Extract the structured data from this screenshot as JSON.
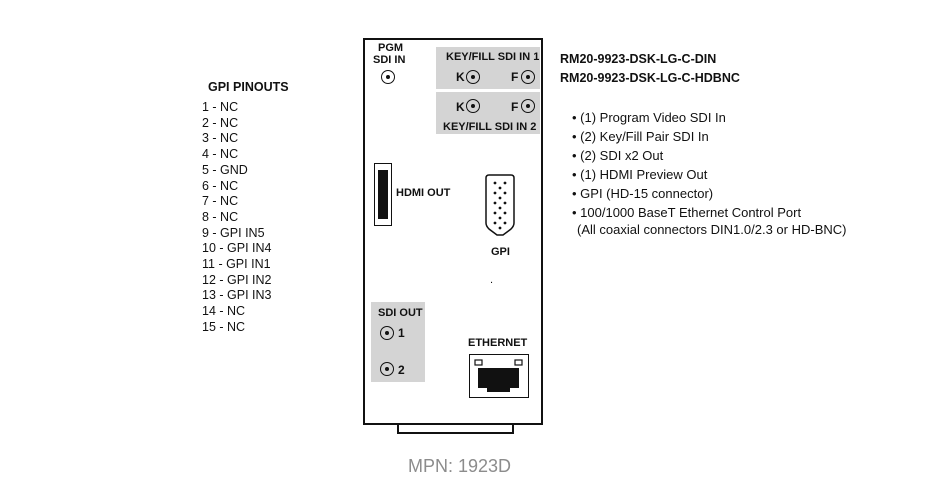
{
  "gpi_pinouts": {
    "title": "GPI PINOUTS",
    "pins": [
      "1 - NC",
      "2 - NC",
      "3 - NC",
      "4 - NC",
      "5 - GND",
      "6 - NC",
      "7 - NC",
      "8 - NC",
      "9 - GPI IN5",
      "10 - GPI IN4",
      "11 - GPI IN1",
      "12 - GPI IN2",
      "13 - GPI IN3",
      "14 - NC",
      "15 - NC"
    ]
  },
  "panel": {
    "pgm_line1": "PGM",
    "pgm_line2": "SDI IN",
    "key_fill_1": "KEY/FILL SDI IN 1",
    "key_fill_2": "KEY/FILL SDI IN 2",
    "k": "K",
    "f": "F",
    "hdmi_out": "HDMI OUT",
    "gpi": "GPI",
    "dot": ".",
    "sdi_out": "SDI OUT",
    "sdi_out_1": "1",
    "sdi_out_2": "2",
    "ethernet": "ETHERNET"
  },
  "models": [
    "RM20-9923-DSK-LG-C-DIN",
    "RM20-9923-DSK-LG-C-HDBNC"
  ],
  "features": [
    "(1) Program Video SDI In",
    "(2) Key/Fill Pair SDI In",
    "(2) SDI x2 Out",
    "(1) HDMI Preview Out",
    "GPI (HD-15 connector)",
    "100/1000 BaseT Ethernet Control Port"
  ],
  "note": "(All coaxial connectors DIN1.0/2.3 or HD-BNC)",
  "mpn": "MPN: 1923D"
}
